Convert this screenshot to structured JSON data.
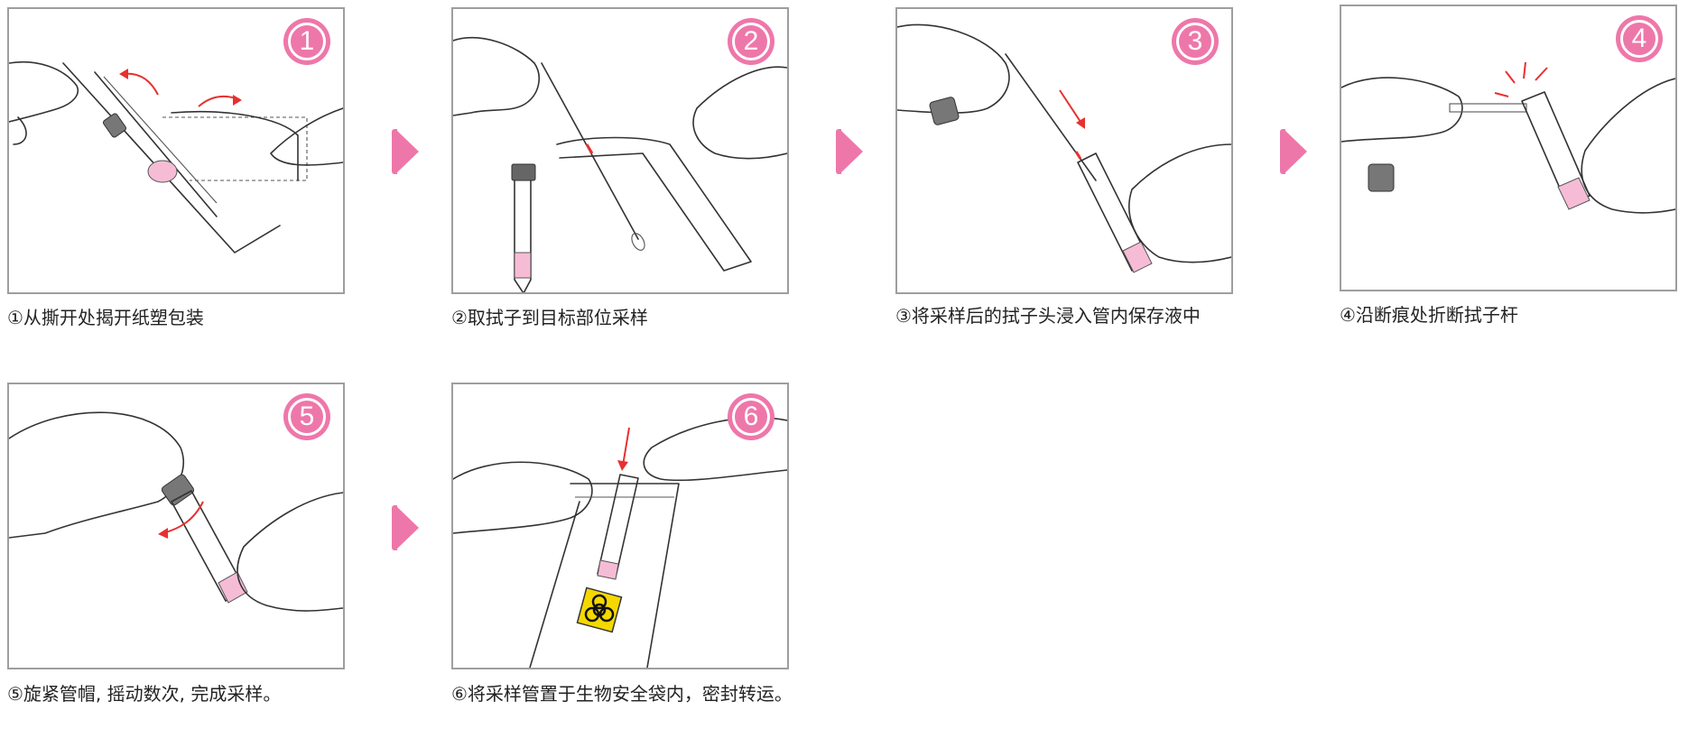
{
  "steps": [
    {
      "number": "1",
      "caption": "①从撕开处揭开纸塑包装"
    },
    {
      "number": "2",
      "caption": "②取拭子到目标部位采样"
    },
    {
      "number": "3",
      "caption": "③将采样后的拭子头浸入管内保存液中"
    },
    {
      "number": "4",
      "caption": "④沿断痕处折断拭子杆"
    },
    {
      "number": "5",
      "caption": "⑤旋紧管帽, 摇动数次, 完成采样。"
    },
    {
      "number": "6",
      "caption": "⑥将采样管置于生物安全袋内，密封转运。"
    }
  ],
  "colors": {
    "accent": "#ee77aa",
    "border": "#9e9e9e",
    "arrow_red": "#e83030"
  },
  "icons": [
    "next-step-arrow-icon",
    "biohazard-icon"
  ]
}
